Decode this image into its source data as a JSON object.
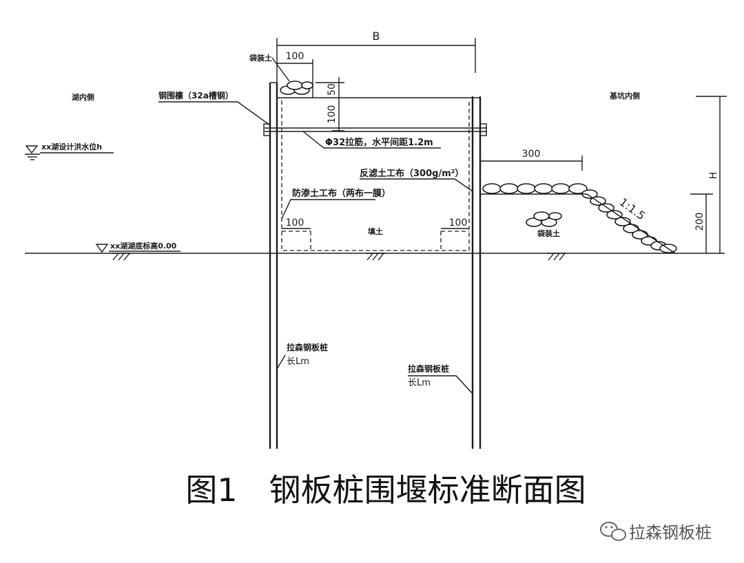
{
  "labels": {
    "bag_soil_top": "袋装土",
    "dim_100_top": "100",
    "dim_B": "B",
    "lake_side": "湖内侧",
    "pit_side": "基坑内侧",
    "steel_waling": "钢围檩（32a槽钢）",
    "dim_50": "50",
    "dim_100_vert": "100",
    "tie_rod": "Φ32拉筋，水平间距1.2m",
    "design_water_level": "xx湖设计洪水位h",
    "dim_300": "300",
    "filter_geotextile": "反滤土工布（300g/m²）",
    "seepage_geotextile": "防渗土工布（两布一膜）",
    "dim_H": "H",
    "slope_ratio": "1:1.5",
    "dim_200": "200",
    "dim_100_left": "100",
    "fill_soil": "填土",
    "dim_100_right": "100",
    "bag_soil_right": "袋装土",
    "lake_bottom_level": "xx湖湖底标高0.00",
    "pile_left_name": "拉森钢板桩",
    "pile_left_length": "长Lm",
    "pile_right_name": "拉森钢板桩",
    "pile_right_length": "长Lm"
  },
  "caption": "图1　钢板桩围堰标准断面图",
  "watermark": {
    "text": "拉森钢板桩",
    "icon": "wechat-icon"
  }
}
